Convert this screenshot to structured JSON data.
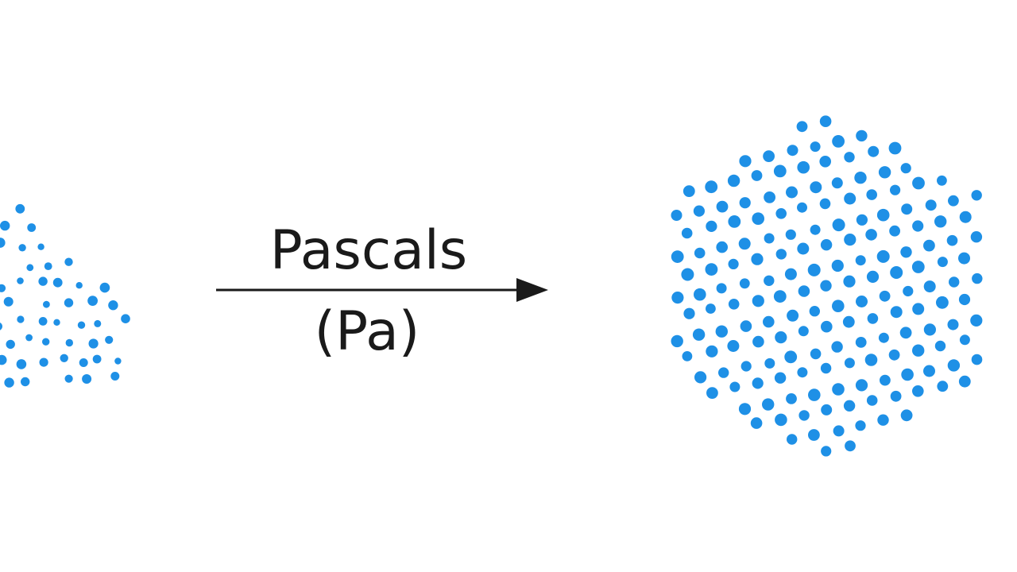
{
  "diagram": {
    "label_top": "Pascals",
    "label_bottom": "(Pa)",
    "colors": {
      "dot": "#1e90e6",
      "arrow": "#1a1a1a",
      "text": "#1a1a1a",
      "background": "#ffffff"
    },
    "left_cluster": {
      "name": "loose-particle-cluster",
      "arrangement": "irregular"
    },
    "right_cluster": {
      "name": "packed-hexagonal-particle-cluster",
      "arrangement": "hexagonal"
    }
  }
}
